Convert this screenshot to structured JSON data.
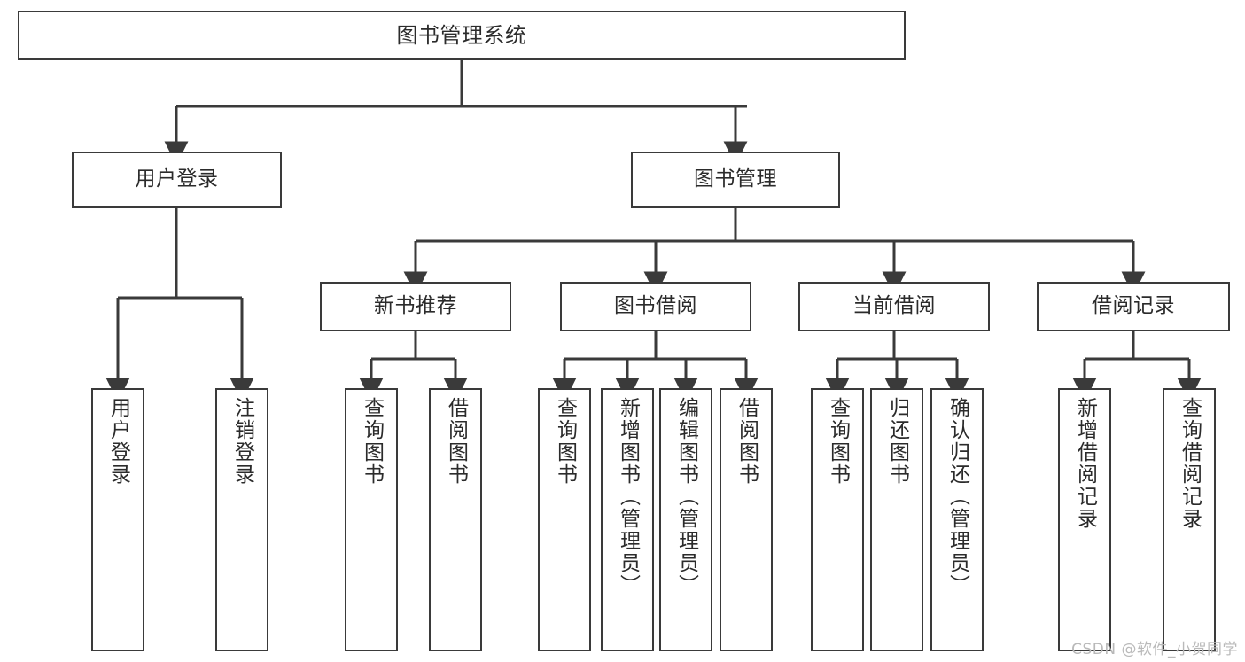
{
  "diagram": {
    "kind": "functional-structure-tree",
    "title": "图书管理系统",
    "orientation": "top-down",
    "box_fill": "#ffffff",
    "box_stroke": "#3a3a3a",
    "text_color": "#2b2b2b",
    "background": "#ffffff"
  },
  "nodes": {
    "root": {
      "label": "图书管理系统",
      "level": 1
    },
    "l2": [
      {
        "id": "user-login",
        "label": "用户登录",
        "level": 2
      },
      {
        "id": "book-manage",
        "label": "图书管理",
        "level": 2
      }
    ],
    "l3": [
      {
        "id": "new-book-recommend",
        "label": "新书推荐",
        "level": 3
      },
      {
        "id": "book-borrow",
        "label": "图书借阅",
        "level": 3
      },
      {
        "id": "current-borrow",
        "label": "当前借阅",
        "level": 3
      },
      {
        "id": "borrow-record",
        "label": "借阅记录",
        "level": 3
      }
    ],
    "leaves": [
      {
        "id": "leaf-user-login",
        "label": "用户登录",
        "parent": "user-login",
        "level": 4
      },
      {
        "id": "leaf-user-logout",
        "label": "注销登录",
        "parent": "user-login",
        "level": 4
      },
      {
        "id": "leaf-query-book-1",
        "label": "查询图书",
        "parent": "new-book-recommend",
        "level": 4
      },
      {
        "id": "leaf-borrow-book-1",
        "label": "借阅图书",
        "parent": "new-book-recommend",
        "level": 4
      },
      {
        "id": "leaf-query-book-2",
        "label": "查询图书",
        "parent": "book-borrow",
        "level": 4
      },
      {
        "id": "leaf-add-book",
        "label": "新增图书（管理员）",
        "parent": "book-borrow",
        "level": 4
      },
      {
        "id": "leaf-edit-book",
        "label": "编辑图书（管理员）",
        "parent": "book-borrow",
        "level": 4
      },
      {
        "id": "leaf-borrow-book-2",
        "label": "借阅图书",
        "parent": "book-borrow",
        "level": 4
      },
      {
        "id": "leaf-query-book-3",
        "label": "查询图书",
        "parent": "current-borrow",
        "level": 4
      },
      {
        "id": "leaf-return-book",
        "label": "归还图书",
        "parent": "current-borrow",
        "level": 4
      },
      {
        "id": "leaf-confirm-return",
        "label": "确认归还（管理员）",
        "parent": "current-borrow",
        "level": 4
      },
      {
        "id": "leaf-add-record",
        "label": "新增借阅记录",
        "parent": "borrow-record",
        "level": 4
      },
      {
        "id": "leaf-query-record",
        "label": "查询借阅记录",
        "parent": "borrow-record",
        "level": 4
      }
    ]
  },
  "watermark": {
    "text": "CSDN @软件_小贺同学"
  }
}
